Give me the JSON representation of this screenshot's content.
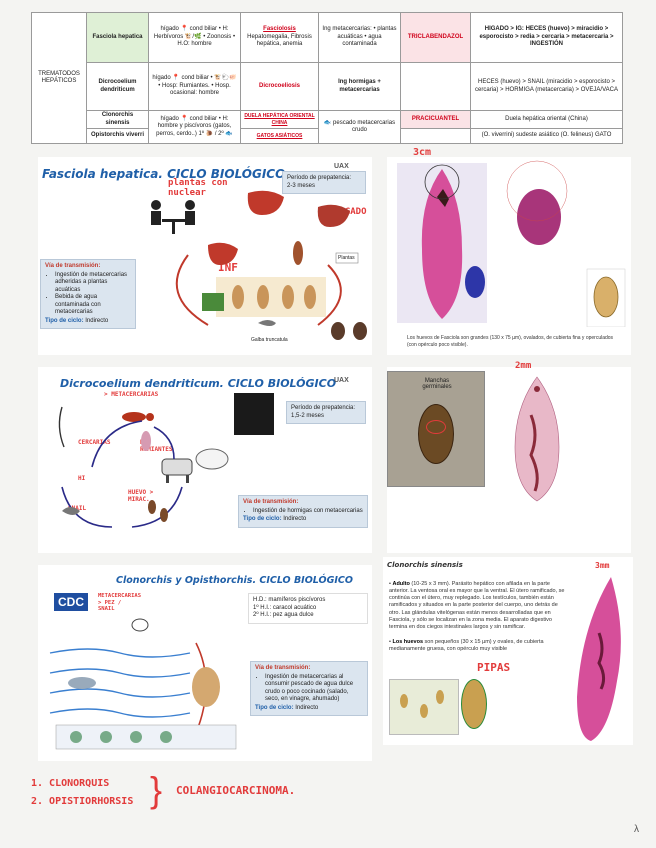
{
  "table": {
    "group_label": "TREMATODOS HEPÁTICOS",
    "rows": [
      {
        "species": "Fasciola hepatica",
        "host": "hígado 📍 cond biliar • H: Herbívoros 🐮/🌿 • Zoonosis • H.O: hombre",
        "pathology": "Fasciolosis",
        "pathology_sub": "Hepatomegalia, Fibrosis hepática, anemia",
        "transmission": "Ing metacercarias: • plantas acuáticas • agua contaminada",
        "treatment": "TRICLABENDAZOL",
        "cycle": "HIGADO > IG: HECES (huevo) > miracidio > esporocisto > redia > cercaria > metacercaria > INGESTIÓN"
      },
      {
        "species": "Dicrocoelium dendriticum",
        "host": "hígado 📍 cond biliar • 🐮🐑🐖 • Hosp: Rumiantes. • Hosp. ocasional: hombre",
        "pathology": "Dicrocoeliosis",
        "pathology_sub": "",
        "transmission": "Ing hormigas + metacercarias",
        "treatment": "",
        "cycle": "HECES (huevo) > SNAIL (miracidio > esporocisto > cercaria) > HORMIGA (metacercaria) > OVEJA/VACA"
      },
      {
        "species": "Clonorchis sinensis",
        "host": "hígado 📍 cond biliar • H: hombre y piscívoros (gatos, perros, cerdo..) 1º 🐌 / 2º 🐟",
        "pathology": "DUELA HEPÁTICA ORIENTAL CHINA",
        "pathology_sub": "",
        "transmission": "🐟 pescado metacercarias crudo",
        "treatment": "PRACICUANTEL",
        "cycle": "Duela hepática oriental (China)"
      },
      {
        "species": "Opistorchis viverri",
        "host": "",
        "pathology": "GATOS ASIÁTICOS",
        "pathology_sub": "",
        "transmission": "",
        "treatment": "",
        "cycle": "(O. viverrini) sudeste asiático  (O. felineus) GATO"
      }
    ]
  },
  "slide1": {
    "title": "Fasciola hepatica. CICLO BIOLÓGICO",
    "brand": "UAX",
    "period_title": "Período de prepatencia:",
    "period_value": "2-3 meses",
    "trans_title": "Vía de transmisión:",
    "trans_items": [
      "Ingestión de metacercarias adheridas a plantas acuáticas",
      "Bebida de agua contaminada con metacercarias"
    ],
    "cycle_label": "Tipo de ciclo:",
    "cycle_value": "Indirecto",
    "hand_plants": "plantas con nuclear",
    "hand_liver": "HIGADO",
    "hand_inf": "INF",
    "label_snail": "Galba truncatula",
    "label_plants": "Plantas"
  },
  "slide2": {
    "hand_size": "3cm",
    "caption": "Los huevos de Fasciola son grandes (130 x 75 µm), ovalados, de cubierta fina y operculados (con opérculo poco visible)."
  },
  "slide3": {
    "title": "Dicrocoelium dendriticum. CICLO BIOLÓGICO",
    "brand": "UAX",
    "period_title": "Período de prepatencia:",
    "period_value": "1,5-2 meses",
    "trans_title": "Vía de transmisión:",
    "trans_items": [
      "Ingestión de hormigas con metacercarias"
    ],
    "cycle_label": "Tipo de ciclo:",
    "cycle_value": "Indirecto",
    "hand_meta": "> METACERCARIAS",
    "hand_cercarias": "CERCARIAS",
    "hand_ho": "HD RUMIANTES",
    "hand_hi": "HI",
    "hand_snail": "SNAIL",
    "hand_eggs": "HUEVO > MIRAC."
  },
  "slide4": {
    "hand_size": "2mm",
    "label": "Manchas germinales"
  },
  "slide5": {
    "title": "Clonorchis y Opisthorchis. CICLO BIOLÓGICO",
    "cdc": "CDC",
    "hosts_lines": [
      "H.D.: mamíferos piscívoros",
      "1º H.I.: caracol acuático",
      "2º H.I.: pez agua dulce"
    ],
    "trans_title": "Vía de transmisión:",
    "trans_items": [
      "Ingestión de metacercarias al consumir pescado de agua dulce crudo o poco cocinado (salado, seco, en vinagre, ahumado)"
    ],
    "cycle_label": "Tipo de ciclo:",
    "cycle_value": "Indirecto",
    "hand_meta": "METACERCARIAS > PEZ / SNAIL"
  },
  "slide6": {
    "title": "Clonorchis sinensis",
    "hand_size": "3mm",
    "hand_pipas": "PIPAS",
    "para1_b": "Adulto",
    "para1": " (10-25 x 3 mm). Parásito hepático con afilada en la parte anterior. La ventosa oral es mayor que la ventral. El útero ramificado, se continúa con el útero, muy replegado. Los testículos, también están ramificados y situados en la parte posterior del cuerpo, uno detrás de otro. Las glándulas vitelógenas están menos desarrolladas que en Fasciola, y sólo se localizan en la zona media. El aparato digestivo termina en dos ciegos intestinales largos y sin ramificar.",
    "para2_b": "Los huevos",
    "para2": " son pequeños (30 x 15 µm) y ovales, de cubierta medianamente gruesa, con opérculo muy visible"
  },
  "footer": {
    "item1": "1. CLONORQUIS",
    "item2": "2. OPISTIORHORSIS",
    "result": "COLANGIOCARCINOMA.",
    "corner": "λ"
  },
  "colors": {
    "accent_red": "#e23b3b",
    "title_blue": "#1f5fa8",
    "box_blue": "#dbe5ef",
    "worm_pink": "#d64f9a"
  }
}
